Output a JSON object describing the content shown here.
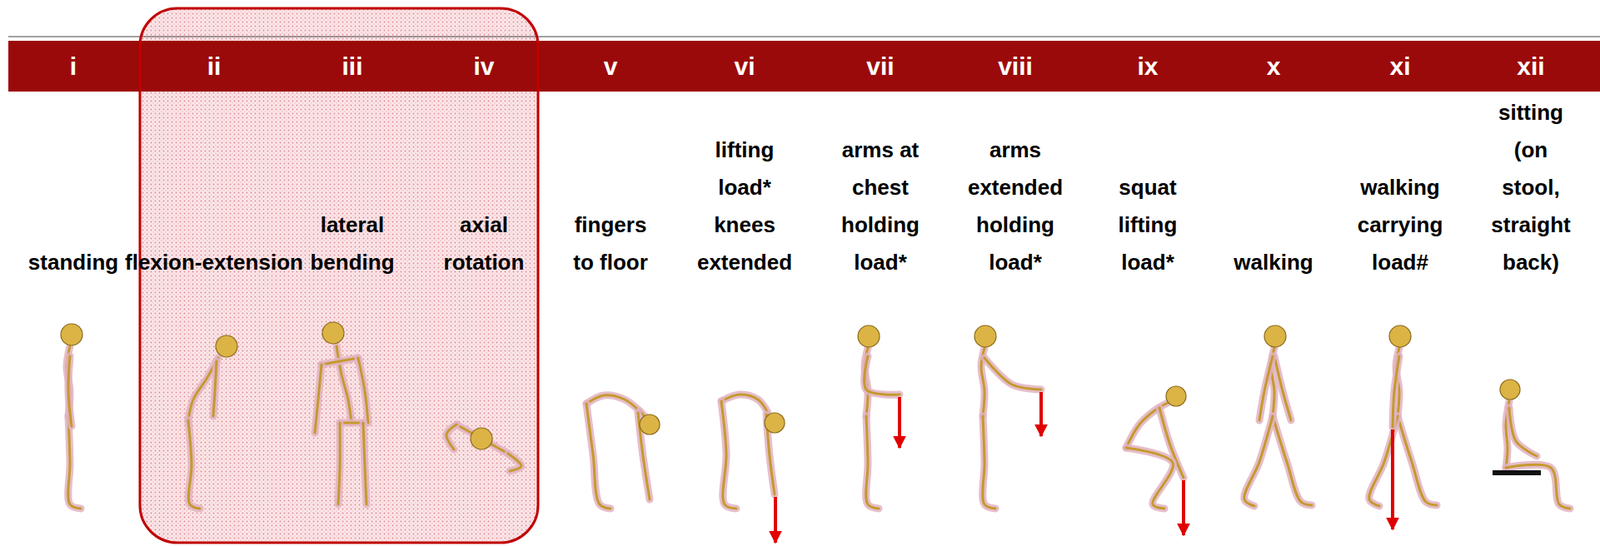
{
  "diagram": {
    "labels": [
      "i",
      "ii",
      "iii",
      "iv",
      "v",
      "vi",
      "vii",
      "viii",
      "ix",
      "x",
      "xi",
      "xii",
      "standing",
      "flexion-extension",
      "lateral bending",
      "axial rotation",
      "fingers to floor",
      "lifting load* knees extended",
      "arms at chest holding load*",
      "arms extended holding load*",
      "squat lifting load*",
      "walking",
      "walking carrying load#",
      "sitting (on stool, straight back)"
    ]
  }
}
